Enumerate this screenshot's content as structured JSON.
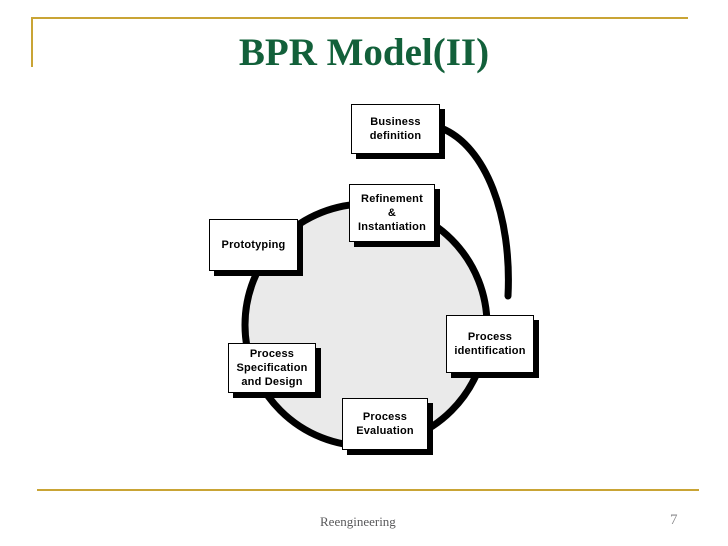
{
  "slide": {
    "title": "BPR Model(II)",
    "title_color": "#12603A",
    "accent_rule_color": "#C9A435",
    "background_color": "#ffffff"
  },
  "diagram": {
    "type": "cycle",
    "name": "bpr-model-cycle",
    "circle_fill": "#EAEAEA",
    "ring_color": "#000000",
    "nodes": [
      {
        "id": "business-definition",
        "label": "Business\ndefinition",
        "position": "top"
      },
      {
        "id": "process-identification",
        "label": "Process\nidentification",
        "position": "right"
      },
      {
        "id": "process-evaluation",
        "label": "Process\nEvaluation",
        "position": "bottom"
      },
      {
        "id": "process-specification",
        "label": "Process\nSpecification\nand Design",
        "position": "bottom-left"
      },
      {
        "id": "prototyping",
        "label": "Prototyping",
        "position": "left"
      },
      {
        "id": "refinement",
        "label": "Refinement\n&\nInstantiation",
        "position": "top-inner"
      }
    ]
  },
  "footer": {
    "text": "Reengineering",
    "page_number": "7"
  }
}
